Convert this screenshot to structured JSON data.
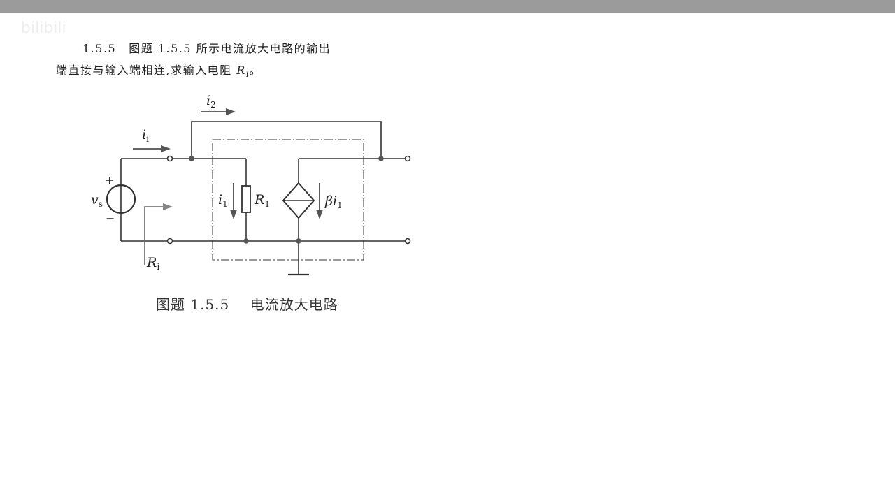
{
  "problem": {
    "number": "1.5.5",
    "text_line1": "图题 1.5.5 所示电流放大电路的输出",
    "text_line2": "端直接与输入端相连,求输入电阻 ",
    "symbol": "R",
    "symbol_sub": "i",
    "end": "。"
  },
  "watermark": "bilibili",
  "circuit": {
    "labels": {
      "i2": "i",
      "i2_sub": "2",
      "ii": "i",
      "ii_sub": "i",
      "vs": "v",
      "vs_sub": "s",
      "plus": "+",
      "minus": "−",
      "i1": "i",
      "i1_sub": "1",
      "R1": "R",
      "R1_sub": "1",
      "beta": "βi",
      "beta_sub": "1",
      "Ri": "R",
      "Ri_sub": "i"
    }
  },
  "caption": "图题 1.5.5    电流放大电路"
}
